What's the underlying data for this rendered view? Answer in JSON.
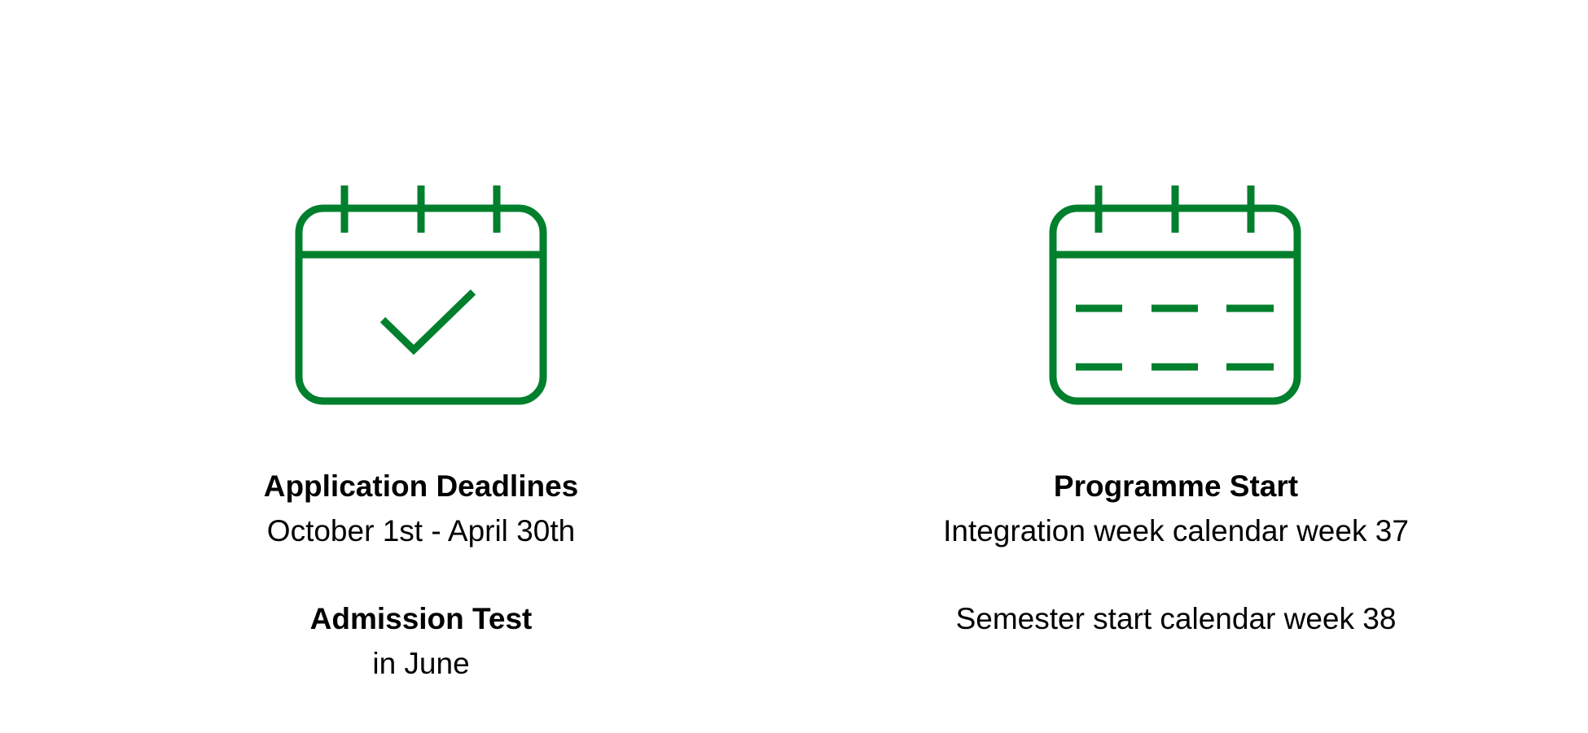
{
  "colors": {
    "accent": "#007f2d"
  },
  "left": {
    "icon": "calendar-check-icon",
    "title": "Application Deadlines",
    "subtitle": "October 1st - April 30th",
    "title2": "Admission Test",
    "subtitle2": "in June"
  },
  "right": {
    "icon": "calendar-icon",
    "title": "Programme Start",
    "subtitle": "Integration week calendar week 37",
    "subtitle2": "Semester start calendar week 38"
  }
}
